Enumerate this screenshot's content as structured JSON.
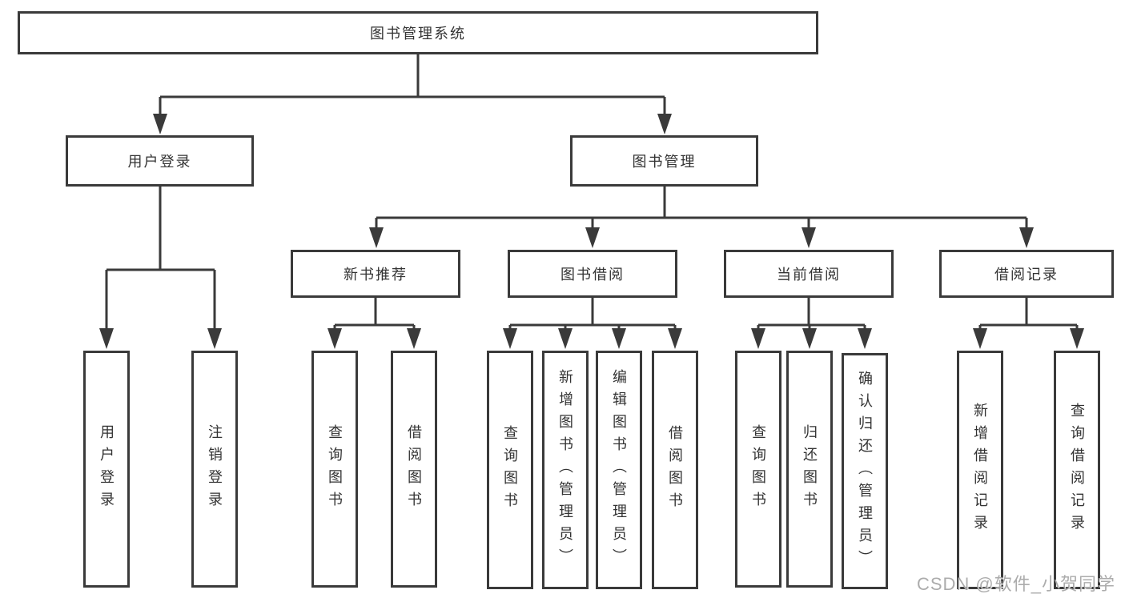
{
  "diagram_title": "图书管理系统",
  "tree": {
    "label": "图书管理系统",
    "children": [
      {
        "label": "用户登录",
        "children": [
          {
            "label": "用户登录"
          },
          {
            "label": "注销登录"
          }
        ]
      },
      {
        "label": "图书管理",
        "children": [
          {
            "label": "新书推荐",
            "children": [
              {
                "label": "查询图书"
              },
              {
                "label": "借阅图书"
              }
            ]
          },
          {
            "label": "图书借阅",
            "children": [
              {
                "label": "查询图书"
              },
              {
                "label": "新增图书（管理员）"
              },
              {
                "label": "编辑图书（管理员）"
              },
              {
                "label": "借阅图书"
              }
            ]
          },
          {
            "label": "当前借阅",
            "children": [
              {
                "label": "查询图书"
              },
              {
                "label": "归还图书"
              },
              {
                "label": "确认归还（管理员）"
              }
            ]
          },
          {
            "label": "借阅记录",
            "children": [
              {
                "label": "新增借阅记录"
              },
              {
                "label": "查询借阅记录"
              }
            ]
          }
        ]
      }
    ]
  },
  "watermark": {
    "text": "CSDN @软件_小贺同学"
  },
  "colors": {
    "line": "#3a3a3a",
    "box_border": "#3a3a3a",
    "box_fill": "#ffffff",
    "text": "#333333",
    "watermark": "#9e9e9e",
    "background": "#ffffff"
  }
}
